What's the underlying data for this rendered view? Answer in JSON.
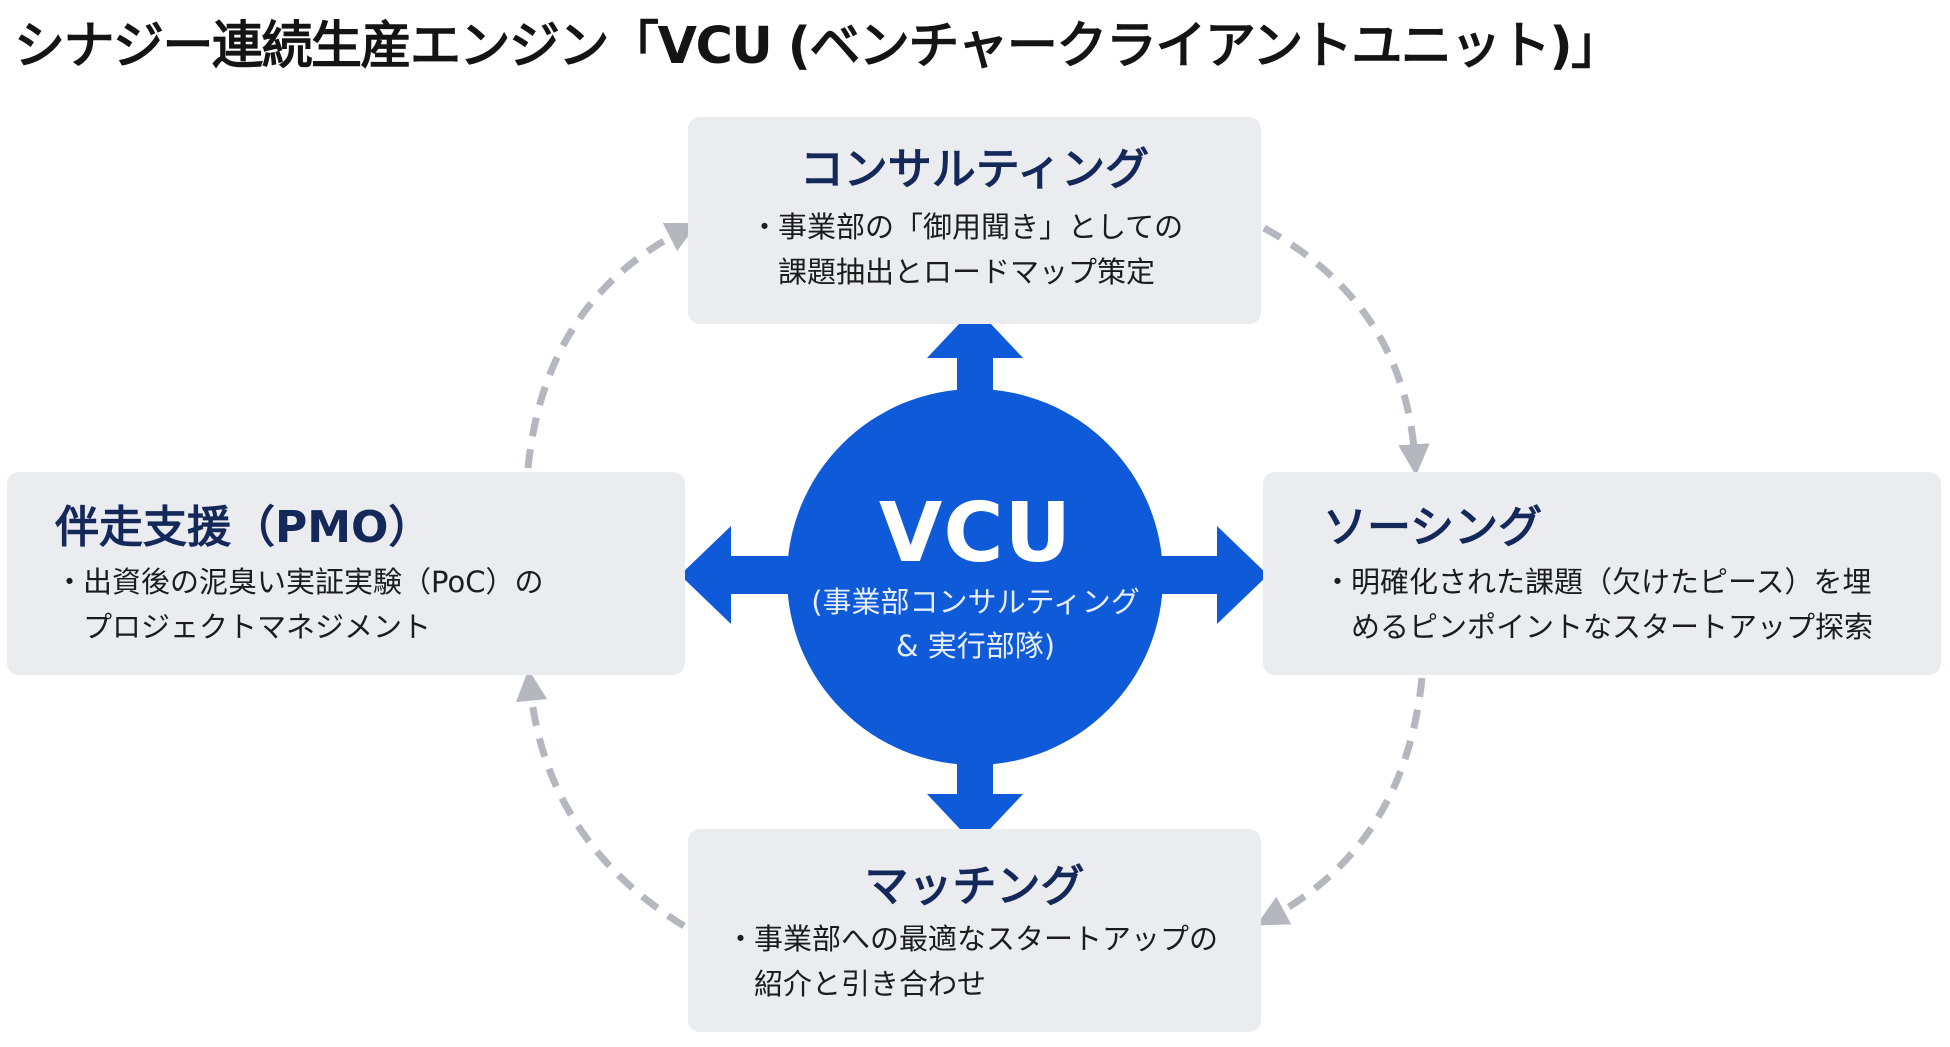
{
  "title": "シナジー連続生産エンジン「VCU (ベンチャークライアントユニット)」",
  "center": {
    "label": "VCU",
    "sublabel_line1": "(事業部コンサルティング",
    "sublabel_line2": "& 実行部隊)"
  },
  "boxes": {
    "consulting": {
      "title": "コンサルティング",
      "line1": "事業部の「御用聞き」としての",
      "line2": "課題抽出とロードマップ策定"
    },
    "sourcing": {
      "title": "ソーシング",
      "line1": "明確化された課題（欠けたピース）を埋",
      "line2": "めるピンポイントなスタートアップ探索"
    },
    "matching": {
      "title": "マッチング",
      "line1": "事業部への最適なスタートアップの",
      "line2": "紹介と引き合わせ"
    },
    "pmo": {
      "title": "伴走支援（PMO）",
      "line1": "出資後の泥臭い実証実験（PoC）の",
      "line2": "プロジェクトマネジメント"
    }
  },
  "bullet_glyph": "・",
  "colors": {
    "accent_blue": "#0f5ad8",
    "box_background": "#ebecf0",
    "title_navy": "#14285a",
    "dashed_arrow_gray": "#b4b7bd"
  }
}
